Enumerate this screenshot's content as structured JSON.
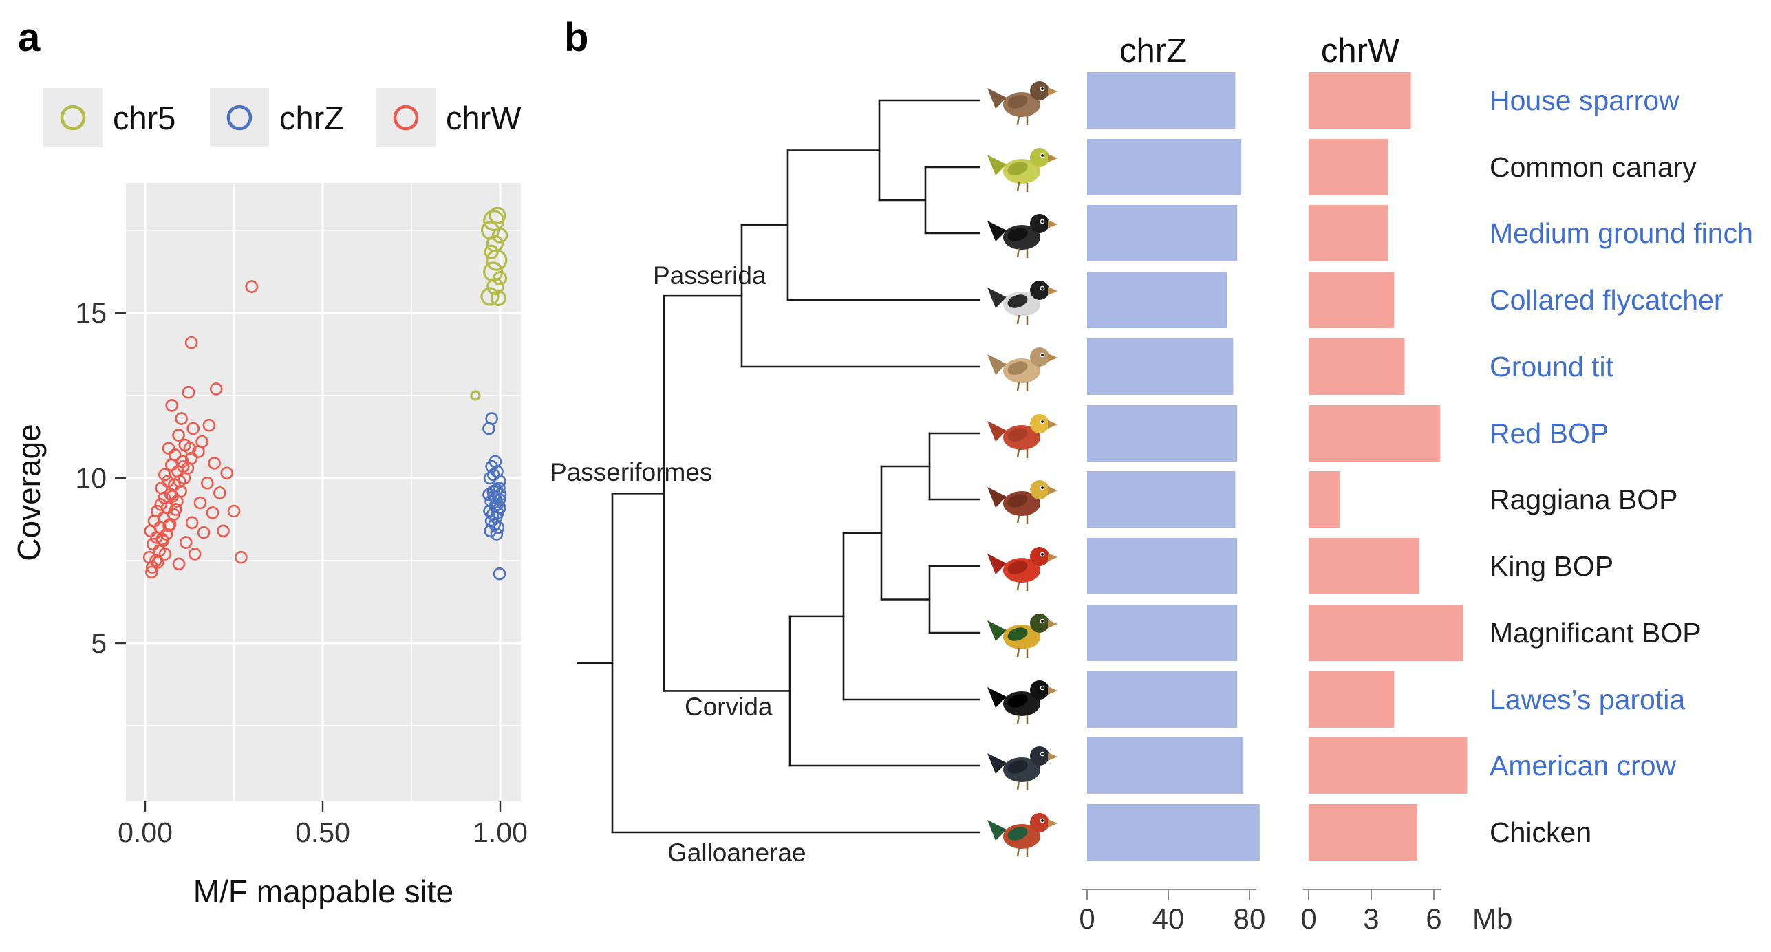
{
  "panel_a": {
    "label": "a",
    "legend": {
      "items": [
        {
          "label": "chr5",
          "color": "#b3bc49"
        },
        {
          "label": "chrZ",
          "color": "#4d72bf"
        },
        {
          "label": "chrW",
          "color": "#ea5a4f"
        }
      ]
    },
    "xlabel": "M/F mappable site",
    "ylabel": "Coverage"
  },
  "panel_b": {
    "label": "b",
    "chrz_title": "chrZ",
    "chrw_title": "chrW",
    "unit_label": "Mb",
    "tree_labels": [
      {
        "text": "Passerida"
      },
      {
        "text": "Passeriformes"
      },
      {
        "text": "Corvida"
      },
      {
        "text": "Galloanerae"
      }
    ]
  },
  "colors": {
    "panel_bg": "#ebebeb",
    "grid_line": "#ffffff",
    "bar_chrz": "#a9b9e3",
    "bar_chrw": "#f5a49c",
    "species_label_blue": "#3f6fd0",
    "species_label_black": "#1c1c1c",
    "tree_line": "#1a1a1a",
    "axis_line": "#8a8a8a"
  },
  "chart_data": [
    {
      "type": "scatter",
      "title": "",
      "xlabel": "M/F mappable site",
      "ylabel": "Coverage",
      "xlim": [
        -0.054,
        1.058
      ],
      "ylim": [
        0.2,
        18.9
      ],
      "xticks": [
        0,
        0.5,
        1
      ],
      "xtick_labels": [
        "0.00",
        "0.50",
        "1.00"
      ],
      "yticks": [
        5,
        10,
        15
      ],
      "ytick_labels": [
        "5",
        "10",
        "15"
      ],
      "grid": {
        "minor_x": [
          0.25,
          0.75
        ],
        "minor_y": [
          2.5,
          7.5,
          12.5,
          17.5
        ]
      },
      "legend_position": "top",
      "series": [
        {
          "name": "chr5",
          "color": "#b3bc49",
          "stroke_width": 3.2,
          "points": [
            [
              0.982,
              17.8,
              14
            ],
            [
              0.992,
              17.95,
              11
            ],
            [
              0.972,
              17.5,
              12
            ],
            [
              0.999,
              17.35,
              10
            ],
            [
              0.985,
              17.1,
              11
            ],
            [
              0.975,
              16.85,
              9
            ],
            [
              0.99,
              16.6,
              14
            ],
            [
              0.98,
              16.25,
              13
            ],
            [
              0.999,
              16.05,
              9
            ],
            [
              0.986,
              15.8,
              11
            ],
            [
              0.971,
              15.5,
              12
            ],
            [
              0.995,
              15.45,
              10
            ],
            [
              0.93,
              12.5,
              6
            ]
          ]
        },
        {
          "name": "chrZ",
          "color": "#4d72bf",
          "stroke_width": 2.6,
          "points": [
            [
              0.968,
              9.5
            ],
            [
              0.974,
              9.3
            ],
            [
              0.98,
              9.6
            ],
            [
              0.986,
              9.4
            ],
            [
              0.992,
              9.2
            ],
            [
              0.997,
              9.7
            ],
            [
              1.0,
              9.5
            ],
            [
              0.97,
              9.0
            ],
            [
              0.979,
              8.9
            ],
            [
              0.989,
              8.8
            ],
            [
              0.999,
              9.1
            ],
            [
              0.975,
              8.7
            ],
            [
              0.984,
              8.6
            ],
            [
              0.994,
              8.5
            ],
            [
              0.971,
              10.0
            ],
            [
              0.981,
              10.1
            ],
            [
              0.991,
              10.2
            ],
            [
              0.999,
              9.9
            ],
            [
              0.976,
              10.35
            ],
            [
              0.986,
              10.5
            ],
            [
              0.972,
              8.4
            ],
            [
              0.99,
              8.3
            ],
            [
              0.968,
              11.5
            ],
            [
              0.976,
              11.8
            ],
            [
              0.998,
              7.1
            ],
            [
              0.982,
              9.45
            ],
            [
              0.99,
              9.65
            ],
            [
              0.998,
              9.35
            ],
            [
              0.985,
              9.15
            ],
            [
              0.993,
              8.95
            ]
          ]
        },
        {
          "name": "chrW",
          "color": "#ea5a4f",
          "stroke_width": 2.6,
          "points": [
            [
              0.02,
              7.3
            ],
            [
              0.03,
              7.5
            ],
            [
              0.012,
              7.6
            ],
            [
              0.04,
              7.8
            ],
            [
              0.022,
              8.0
            ],
            [
              0.05,
              8.1
            ],
            [
              0.032,
              8.2
            ],
            [
              0.06,
              8.3
            ],
            [
              0.015,
              8.4
            ],
            [
              0.042,
              8.5
            ],
            [
              0.07,
              8.6
            ],
            [
              0.025,
              8.7
            ],
            [
              0.052,
              8.8
            ],
            [
              0.08,
              8.9
            ],
            [
              0.034,
              9.0
            ],
            [
              0.062,
              9.1
            ],
            [
              0.044,
              9.2
            ],
            [
              0.09,
              9.3
            ],
            [
              0.054,
              9.4
            ],
            [
              0.072,
              9.5
            ],
            [
              0.1,
              9.6
            ],
            [
              0.046,
              9.7
            ],
            [
              0.082,
              9.8
            ],
            [
              0.064,
              9.9
            ],
            [
              0.11,
              10.0
            ],
            [
              0.055,
              10.1
            ],
            [
              0.092,
              10.2
            ],
            [
              0.12,
              10.3
            ],
            [
              0.074,
              10.4
            ],
            [
              0.105,
              10.5
            ],
            [
              0.13,
              10.6
            ],
            [
              0.084,
              10.7
            ],
            [
              0.15,
              10.8
            ],
            [
              0.066,
              10.9
            ],
            [
              0.112,
              11.0
            ],
            [
              0.16,
              11.1
            ],
            [
              0.094,
              11.3
            ],
            [
              0.135,
              11.5
            ],
            [
              0.18,
              11.6
            ],
            [
              0.102,
              11.8
            ],
            [
              0.075,
              12.2
            ],
            [
              0.122,
              12.6
            ],
            [
              0.2,
              12.7
            ],
            [
              0.095,
              7.4
            ],
            [
              0.14,
              7.7
            ],
            [
              0.115,
              8.05
            ],
            [
              0.165,
              8.35
            ],
            [
              0.132,
              8.65
            ],
            [
              0.19,
              8.95
            ],
            [
              0.155,
              9.25
            ],
            [
              0.21,
              9.55
            ],
            [
              0.175,
              9.85
            ],
            [
              0.23,
              10.15
            ],
            [
              0.195,
              10.45
            ],
            [
              0.25,
              9.0
            ],
            [
              0.22,
              8.4
            ],
            [
              0.27,
              7.6
            ],
            [
              0.13,
              14.1
            ],
            [
              0.3,
              15.8
            ],
            [
              0.018,
              7.15
            ],
            [
              0.036,
              7.45
            ],
            [
              0.056,
              7.7
            ],
            [
              0.047,
              8.15
            ],
            [
              0.067,
              8.55
            ],
            [
              0.086,
              9.05
            ],
            [
              0.077,
              9.45
            ],
            [
              0.097,
              9.9
            ],
            [
              0.107,
              10.35
            ],
            [
              0.126,
              10.9
            ]
          ]
        }
      ]
    },
    {
      "type": "bar",
      "orientation": "horizontal",
      "unit": "Mb",
      "categories": [
        "House sparrow",
        "Common canary",
        "Medium ground finch",
        "Collared flycatcher",
        "Ground tit",
        "Red BOP",
        "Raggiana BOP",
        "King BOP",
        "Magnificant BOP",
        "Lawes’s parotia",
        "American crow",
        "Chicken"
      ],
      "label_colors": [
        "blue",
        "black",
        "blue",
        "blue",
        "blue",
        "blue",
        "black",
        "black",
        "black",
        "blue",
        "blue",
        "black"
      ],
      "series": [
        {
          "name": "chrZ",
          "color": "#a9b9e3",
          "axis_ticks": [
            0,
            40,
            80
          ],
          "values": [
            73,
            76,
            74,
            69,
            72,
            74,
            73,
            74,
            74,
            74,
            77,
            85
          ]
        },
        {
          "name": "chrW",
          "color": "#f5a49c",
          "axis_ticks": [
            0,
            3,
            6
          ],
          "values": [
            4.9,
            3.8,
            3.8,
            4.1,
            4.6,
            6.3,
            1.5,
            5.3,
            7.4,
            4.1,
            7.6,
            5.2
          ]
        }
      ],
      "icons": [
        {
          "name": "bird-icon-house-sparrow",
          "colors": [
            "#9a7454",
            "#6f4f36",
            "#7c5b40"
          ]
        },
        {
          "name": "bird-icon-common-canary",
          "colors": [
            "#c9ce55",
            "#b9c140",
            "#9faa32"
          ]
        },
        {
          "name": "bird-icon-medium-ground-finch",
          "colors": [
            "#2b2b2b",
            "#1c1c1c",
            "#111111"
          ]
        },
        {
          "name": "bird-icon-collared-flycatcher",
          "colors": [
            "#d8d8d8",
            "#1e1e1e",
            "#2b2b2b"
          ]
        },
        {
          "name": "bird-icon-ground-tit",
          "colors": [
            "#d2b184",
            "#bb996e",
            "#a5845c"
          ]
        },
        {
          "name": "bird-icon-red-bop",
          "colors": [
            "#c64a32",
            "#e5bb3e",
            "#a93d27"
          ]
        },
        {
          "name": "bird-icon-raggiana-bop",
          "colors": [
            "#90402c",
            "#d8b13c",
            "#74301f"
          ]
        },
        {
          "name": "bird-icon-king-bop",
          "colors": [
            "#d63a24",
            "#c42f1b",
            "#a82617"
          ]
        },
        {
          "name": "bird-icon-magnificant-bop",
          "colors": [
            "#d9a92f",
            "#3c501f",
            "#2a5a22"
          ]
        },
        {
          "name": "bird-icon-lawes-parotia",
          "colors": [
            "#1b1b1b",
            "#101010",
            "#000000"
          ]
        },
        {
          "name": "bird-icon-american-crow",
          "colors": [
            "#333b46",
            "#272e38",
            "#1e242c"
          ]
        },
        {
          "name": "bird-icon-chicken",
          "colors": [
            "#bf4a2e",
            "#c43b28",
            "#235c3a"
          ]
        }
      ]
    }
  ]
}
